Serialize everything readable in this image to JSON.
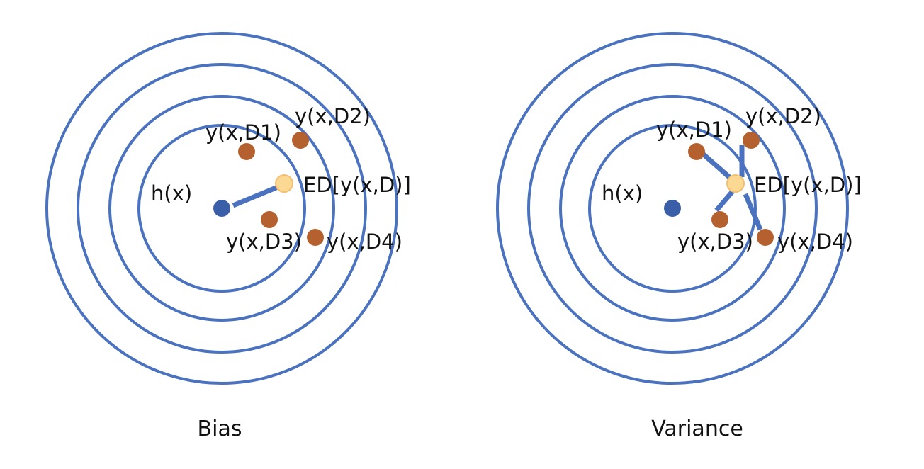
{
  "colors": {
    "ring": "#4a72bf",
    "target_point": "#3a5ea8",
    "prediction_point": "#b5602f",
    "expected_point": "#fbd992"
  },
  "panels": [
    {
      "caption": "Bias",
      "target_label": "h(x)",
      "expected_label": "ED[y(x,D)]",
      "predictions": [
        "y(x,D1)",
        "y(x,D2)",
        "y(x,D3)",
        "y(x,D4)"
      ]
    },
    {
      "caption": "Variance",
      "target_label": "h(x)",
      "expected_label": "ED[y(x,D)]",
      "predictions": [
        "y(x,D1)",
        "y(x,D2)",
        "y(x,D3)",
        "y(x,D4)"
      ]
    }
  ]
}
